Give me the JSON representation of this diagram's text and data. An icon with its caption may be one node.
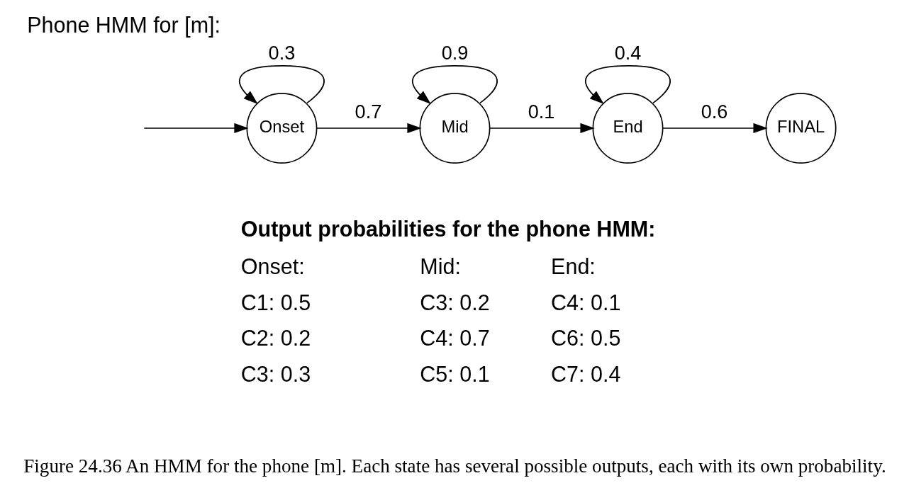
{
  "diagram": {
    "title": "Phone HMM for [m]:",
    "caption": "Figure 24.36 An HMM for the phone [m]. Each state has several possible outputs, each with its own probability.",
    "nodes": [
      {
        "text": [
          "Onset"
        ]
      },
      {
        "text": [
          "Mid"
        ]
      },
      {
        "text": [
          "End"
        ]
      },
      {
        "text": [
          "FINAL"
        ]
      }
    ],
    "edges": [
      {
        "from": null,
        "to": 0,
        "arrow": "to"
      },
      {
        "from": 0,
        "to": 0,
        "arrow": "to",
        "label": "0.3"
      },
      {
        "from": 0,
        "to": 1,
        "arrow": "to",
        "label": "0.7"
      },
      {
        "from": 1,
        "to": 1,
        "arrow": "to",
        "label": "0.9"
      },
      {
        "from": 1,
        "to": 2,
        "arrow": "to",
        "label": "0.1"
      },
      {
        "from": 2,
        "to": 2,
        "arrow": "to",
        "label": "0.4"
      },
      {
        "from": 2,
        "to": 3,
        "arrow": "to",
        "label": "0.6"
      }
    ],
    "labels": [
      "Output probabilities for the phone HMM:",
      "Onset:",
      "Mid:",
      "End:",
      "C1: 0.5",
      "C3: 0.2",
      "C4: 0.1",
      "C2: 0.2",
      "C4: 0.7",
      "C6: 0.5",
      "C3: 0.3",
      "C5: 0.1",
      "C7: 0.4"
    ]
  }
}
